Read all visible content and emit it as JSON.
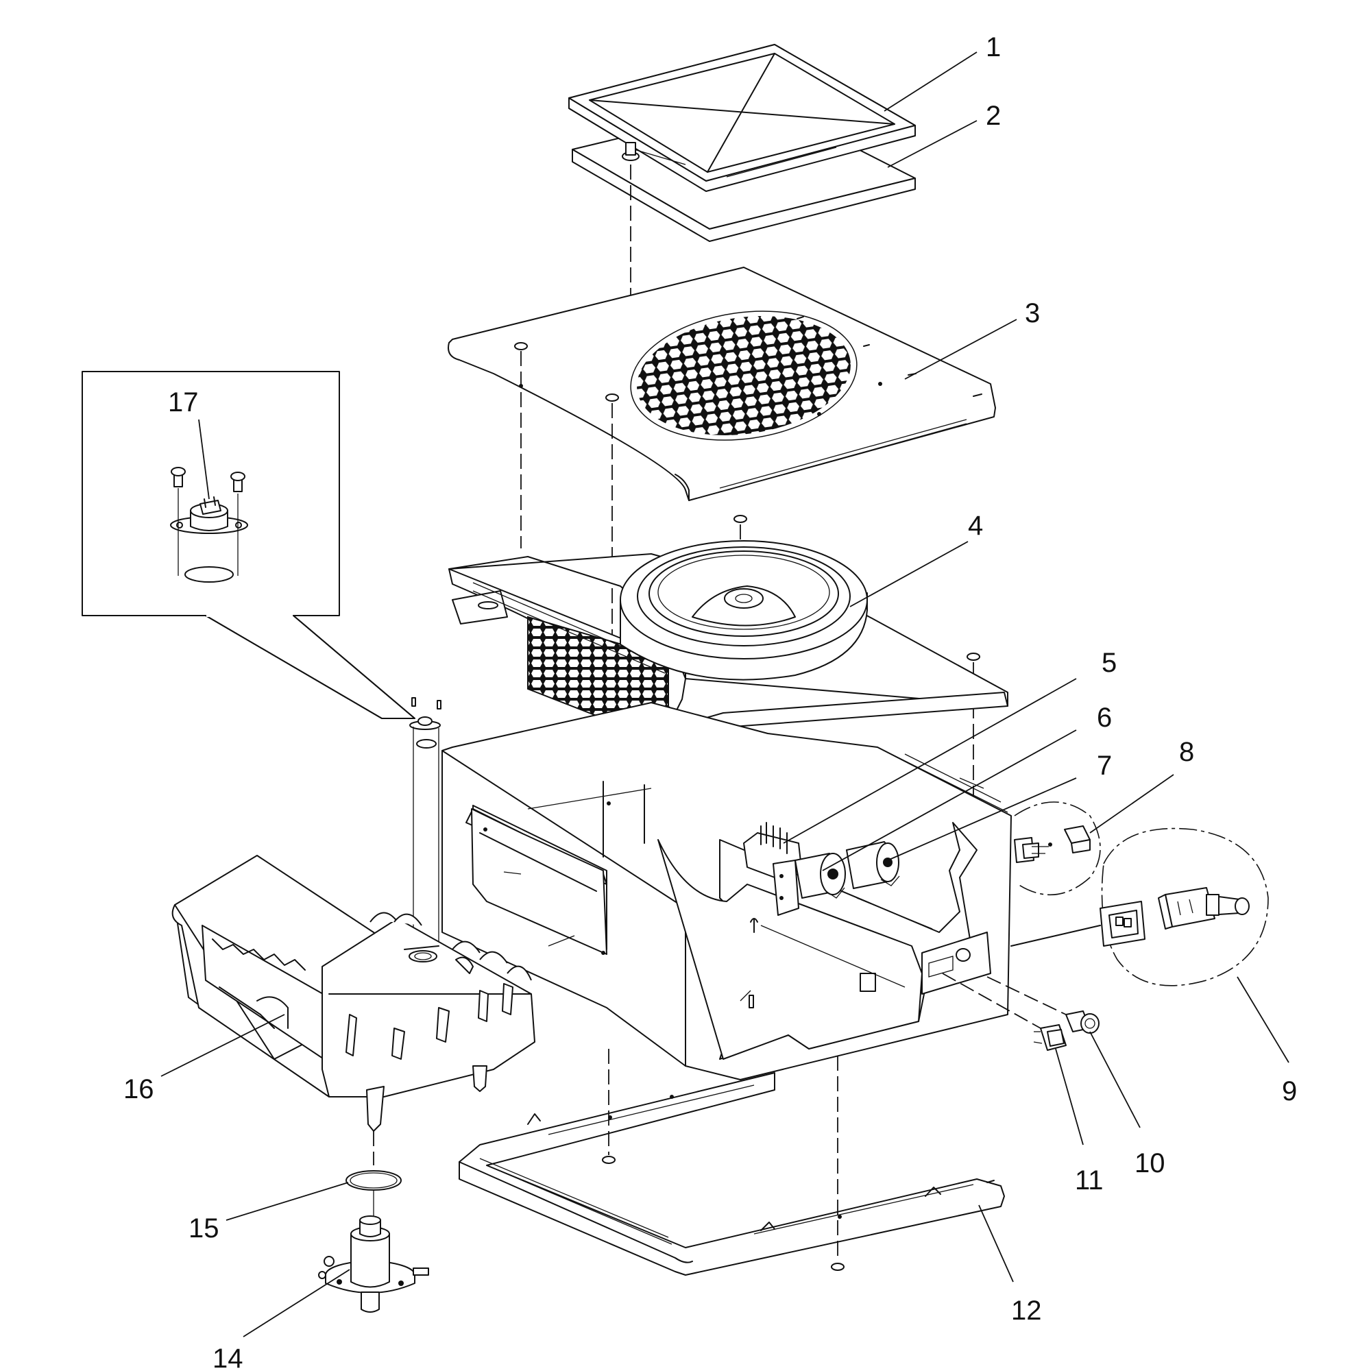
{
  "callouts": [
    "1",
    "2",
    "3",
    "4",
    "5",
    "6",
    "7",
    "8",
    "9",
    "10",
    "11",
    "12",
    "14",
    "15",
    "16",
    "17"
  ]
}
